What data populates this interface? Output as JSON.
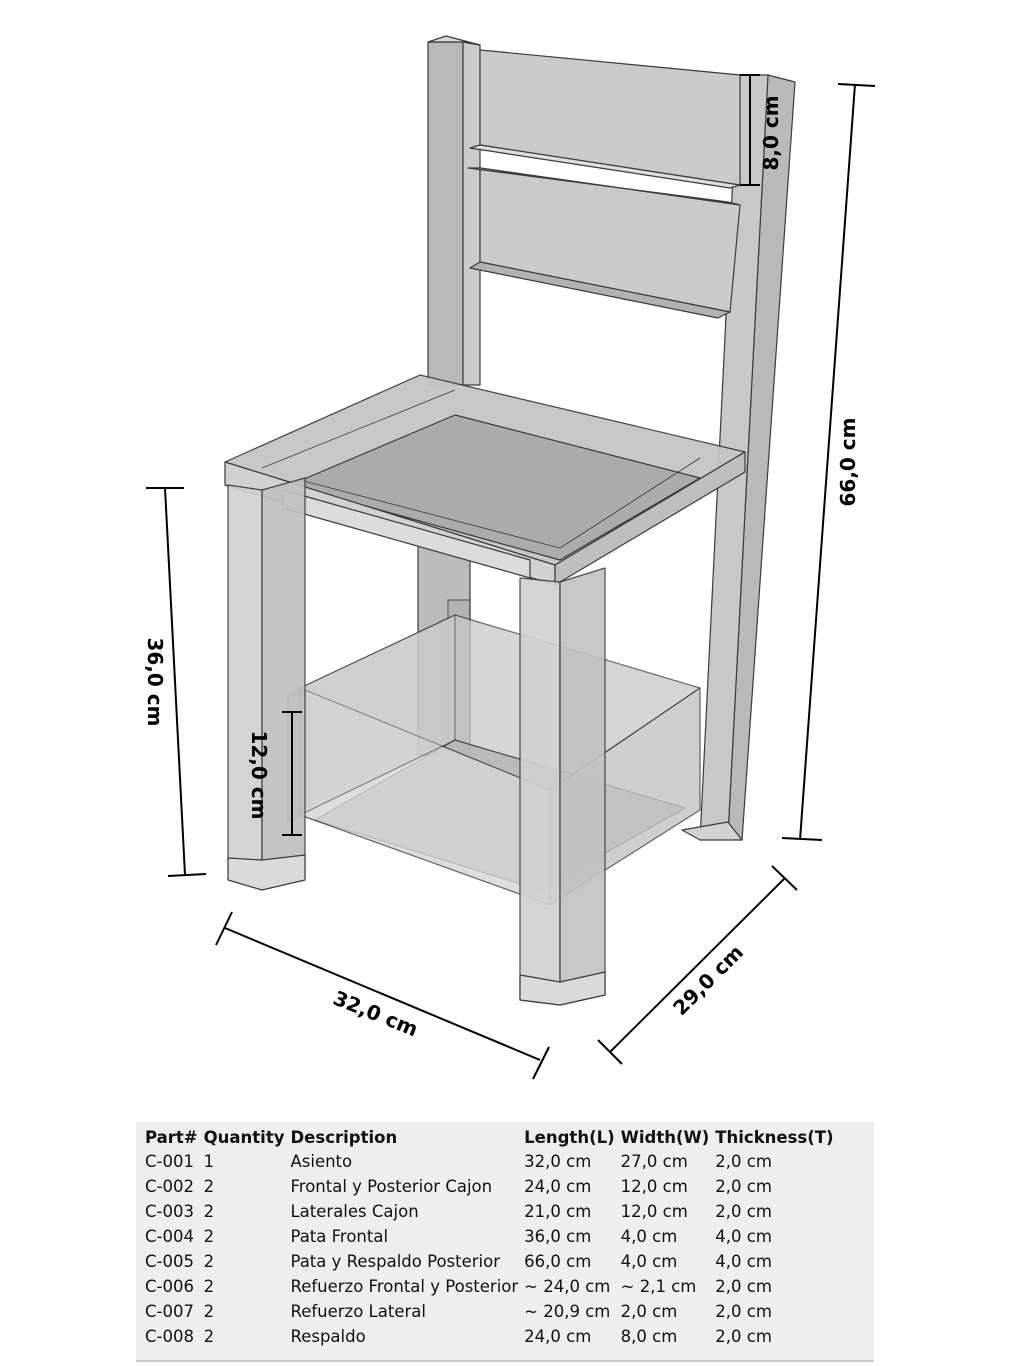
{
  "dimensions": {
    "total_height": "66,0 cm",
    "seat_height": "36,0 cm",
    "drawer_height": "12,0 cm",
    "backrest_slat": "8,0 cm",
    "width": "32,0 cm",
    "depth": "29,0 cm"
  },
  "parts_table": {
    "headers": [
      "Part#",
      "Quantity",
      "Description",
      "Length(L)",
      "Width(W)",
      "Thickness(T)"
    ],
    "rows": [
      {
        "part": "C-001",
        "qty": "1",
        "desc": "Asiento",
        "length": "32,0 cm",
        "width": "27,0 cm",
        "thickness": "2,0 cm"
      },
      {
        "part": "C-002",
        "qty": "2",
        "desc": "Frontal y Posterior Cajon",
        "length": "24,0 cm",
        "width": "12,0 cm",
        "thickness": "2,0 cm"
      },
      {
        "part": "C-003",
        "qty": "2",
        "desc": "Laterales Cajon",
        "length": "21,0 cm",
        "width": "12,0 cm",
        "thickness": "2,0 cm"
      },
      {
        "part": "C-004",
        "qty": "2",
        "desc": "Pata Frontal",
        "length": "36,0 cm",
        "width": "4,0 cm",
        "thickness": "4,0 cm"
      },
      {
        "part": "C-005",
        "qty": "2",
        "desc": "Pata y Respaldo Posterior",
        "length": "66,0 cm",
        "width": "4,0 cm",
        "thickness": "4,0 cm"
      },
      {
        "part": "C-006",
        "qty": "2",
        "desc": "Refuerzo Frontal y Posterior",
        "length": "~ 24,0 cm",
        "width": "~ 2,1 cm",
        "thickness": "2,0 cm"
      },
      {
        "part": "C-007",
        "qty": "2",
        "desc": "Refuerzo Lateral",
        "length": "~ 20,9 cm",
        "width": "2,0 cm",
        "thickness": "2,0 cm"
      },
      {
        "part": "C-008",
        "qty": "2",
        "desc": "Respaldo",
        "length": "24,0 cm",
        "width": "8,0 cm",
        "thickness": "2,0 cm"
      }
    ]
  },
  "colors": {
    "wood_face": "#c4c6c8",
    "wood_edge": "#2a2a2a",
    "table_bg": "#eceeef"
  }
}
